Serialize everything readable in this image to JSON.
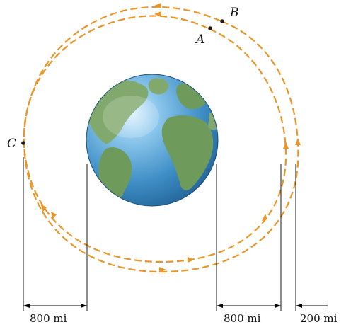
{
  "points": {
    "A": "A",
    "B": "B",
    "C": "C"
  },
  "dimensions": {
    "left": "800 mi",
    "right_inner": "800 mi",
    "right_outer": "200 mi"
  },
  "colors": {
    "orbit": "#e8962a",
    "ocean": "#3f8fc6",
    "land": "#6e9a5c"
  },
  "icons": {
    "earth": "earth-globe-icon"
  }
}
